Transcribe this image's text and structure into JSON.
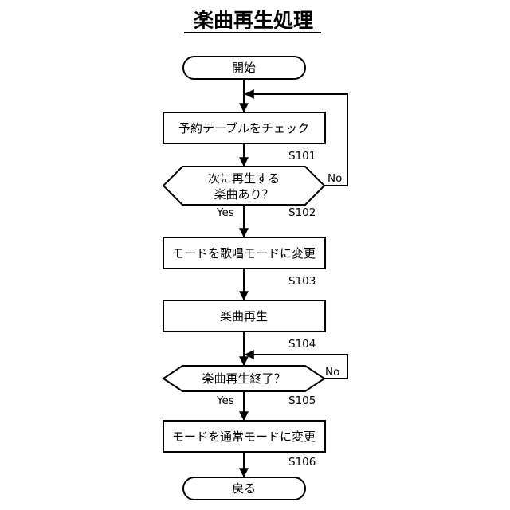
{
  "title": "楽曲再生処理",
  "nodes": {
    "start": "開始",
    "check_table": "予約テーブルをチェック",
    "has_next_line1": "次に再生する",
    "has_next_line2": "楽曲あり？",
    "mode_singing": "モードを歌唱モードに変更",
    "play": "楽曲再生",
    "play_done": "楽曲再生終了？",
    "mode_normal": "モードを通常モードに変更",
    "return": "戻る"
  },
  "steps": {
    "s101": "S101",
    "s102": "S102",
    "s103": "S103",
    "s104": "S104",
    "s105": "S105",
    "s106": "S106"
  },
  "branches": {
    "no_1": "No",
    "yes_1": "Yes",
    "no_2": "No",
    "yes_2": "Yes"
  }
}
